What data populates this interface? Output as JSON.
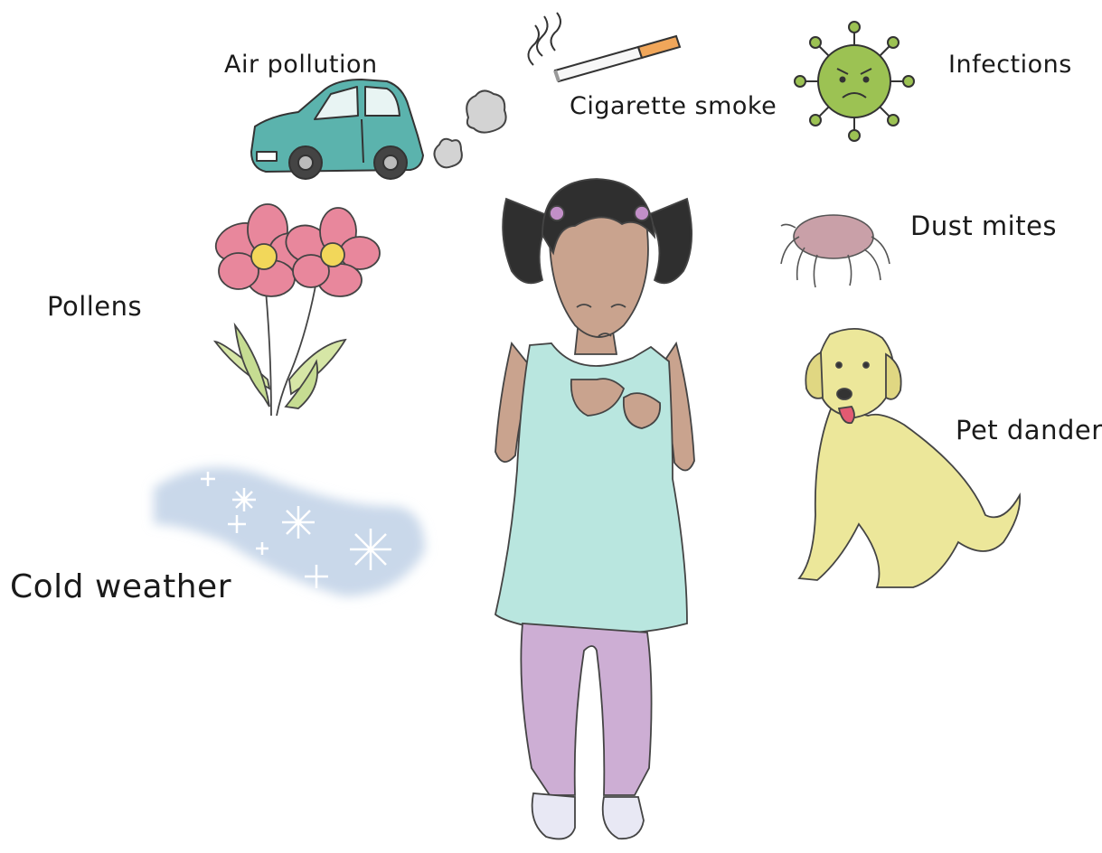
{
  "triggers": {
    "air_pollution": "Air pollution",
    "cigarette_smoke": "Cigarette smoke",
    "infections": "Infections",
    "dust_mites": "Dust mites",
    "pollens": "Pollens",
    "pet_dander": "Pet dander",
    "cold_weather": "Cold weather"
  },
  "colors": {
    "car": "#5bb3ad",
    "virus": "#9cc253",
    "flower": "#e8879c",
    "dress": "#b9e6df",
    "leggings": "#cdaed4",
    "dog": "#ece79a",
    "mite": "#c9a0a8",
    "wind": "#c9d8ea"
  },
  "icons": [
    "car-icon",
    "smoke-cloud-icon",
    "cigarette-icon",
    "virus-icon",
    "dust-mite-icon",
    "flower-icon",
    "dog-icon",
    "cold-wind-icon",
    "girl-illustration"
  ]
}
